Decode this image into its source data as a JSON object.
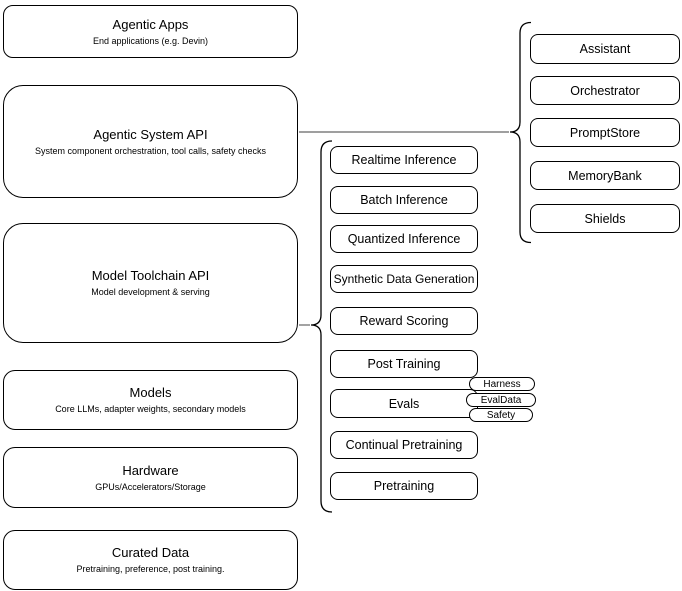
{
  "diagram": {
    "left_stack": [
      {
        "title": "Agentic Apps",
        "subtitle": "End applications (e.g. Devin)"
      },
      {
        "title": "Agentic System API",
        "subtitle": "System component orchestration, tool calls, safety checks"
      },
      {
        "title": "Model Toolchain API",
        "subtitle": "Model development & serving"
      },
      {
        "title": "Models",
        "subtitle": "Core LLMs, adapter weights, secondary models"
      },
      {
        "title": "Hardware",
        "subtitle": "GPUs/Accelerators/Storage"
      },
      {
        "title": "Curated Data",
        "subtitle": "Pretraining, preference, post training."
      }
    ],
    "toolchain_group": [
      {
        "label": "Realtime Inference"
      },
      {
        "label": "Batch Inference"
      },
      {
        "label": "Quantized Inference"
      },
      {
        "label": "Synthetic Data Generation"
      },
      {
        "label": "Reward Scoring"
      },
      {
        "label": "Post Training"
      },
      {
        "label": "Evals"
      },
      {
        "label": "Continual Pretraining"
      },
      {
        "label": "Pretraining"
      }
    ],
    "evals_pills": [
      {
        "label": "Harness"
      },
      {
        "label": "EvalData"
      },
      {
        "label": "Safety"
      }
    ],
    "system_group": [
      {
        "label": "Assistant"
      },
      {
        "label": "Orchestrator"
      },
      {
        "label": "PromptStore"
      },
      {
        "label": "MemoryBank"
      },
      {
        "label": "Shields"
      }
    ],
    "colors": {
      "box_fill": "#ffffff",
      "box_border": "#000000",
      "bracket": "#000000",
      "connector": "#666666",
      "text": "#000000",
      "background": "#ffffff"
    }
  }
}
